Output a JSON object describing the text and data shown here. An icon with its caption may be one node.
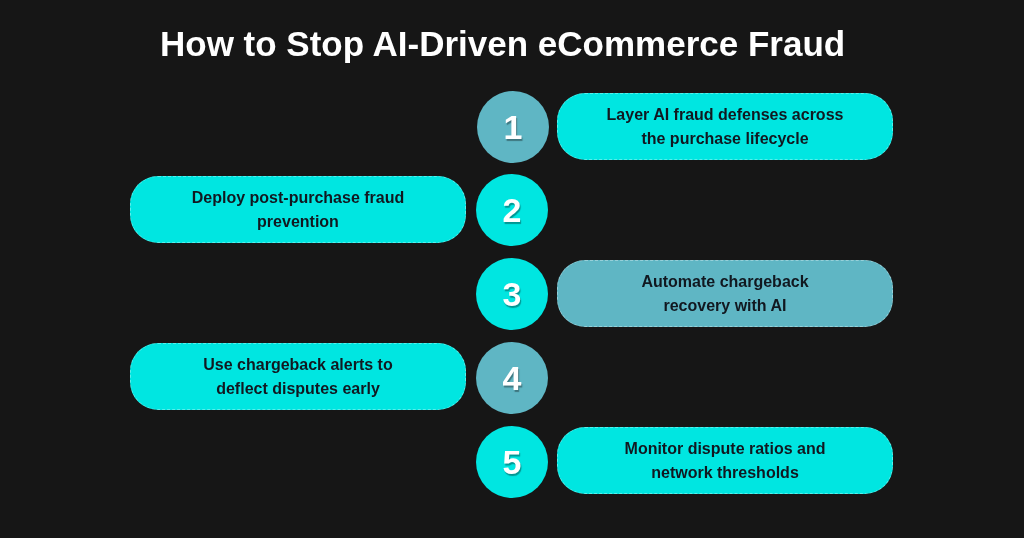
{
  "diagram": {
    "title": "How to Stop AI-Driven eCommerce Fraud",
    "nodes": [
      {
        "text": [
          "1"
        ]
      },
      {
        "text": [
          "Layer AI fraud defenses across the purchase lifecycle"
        ]
      },
      {
        "text": [
          "Deploy post-purchase fraud prevention"
        ]
      },
      {
        "text": [
          "2"
        ]
      },
      {
        "text": [
          "3"
        ]
      },
      {
        "text": [
          "Automate chargeback recovery with AI"
        ]
      },
      {
        "text": [
          "Use chargeback alerts to deflect disputes early"
        ]
      },
      {
        "text": [
          "4"
        ]
      },
      {
        "text": [
          "5"
        ]
      },
      {
        "text": [
          "Monitor dispute ratios and network thresholds"
        ]
      }
    ],
    "edges": []
  }
}
